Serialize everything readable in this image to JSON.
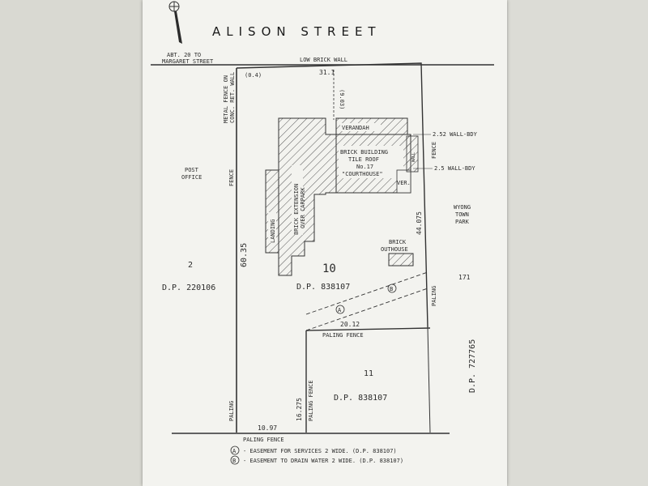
{
  "street_name": "ALISON STREET",
  "top_left_note": [
    "ABT. 20 TO",
    "MARGARET STREET"
  ],
  "north_arrow": "north-arrow-icon",
  "boundary_notes": {
    "top_wall": "LOW   BRICK   WALL",
    "top_offset": "(0.4)",
    "top_dim": "31.1",
    "verandah_setback": "(9.03)",
    "left_fence_top": [
      "METAL FENCE ON",
      "CONC. RET. WALL"
    ],
    "left_fence": "FENCE",
    "left_dim": "60.35",
    "left_paling": "PALING",
    "bottom_dim": "10.97",
    "bottom_fence": "PALING   FENCE",
    "inner_vertical_fence": "PALING   FENCE",
    "inner_vertical_dim": "16.275",
    "inner_horizontal_fence": "PALING        FENCE",
    "inner_horizontal_dim": "20.12",
    "right_fence_top": "FENCE",
    "right_dim": "44.075",
    "right_paling": "PALING",
    "wall_boy_1": "2.52 WALL-BDY",
    "wall_boy_2": "2.5 WALL-BDY"
  },
  "buildings": {
    "verandah": "VERANDAH",
    "main_building": [
      "BRICK BUILDING",
      "TILE ROOF",
      "No.17",
      "\"COURTHOUSE\""
    ],
    "verandah_small": "VER.",
    "extension": [
      "BRICK EXTENSION",
      "OVER CARPARK"
    ],
    "landing": "LANDING",
    "outhouse": [
      "BRICK",
      "OUTHOUSE"
    ],
    "small_right_labels": [
      "WALL",
      "BDY"
    ]
  },
  "lots": {
    "lot10_number": "10",
    "lot10_dp": "D.P.  838107",
    "lot11_number": "11",
    "lot11_dp": "D.P.  838107",
    "left_lot_number": "2",
    "left_lot_dp": "D.P. 220106",
    "post_office": [
      "POST",
      "OFFICE"
    ],
    "right_lot_number": "171",
    "right_lot_dp": "D.P.  727765",
    "park": [
      "WYONG",
      "TOWN",
      "PARK"
    ]
  },
  "easement_markers": [
    "A",
    "B"
  ],
  "legend": [
    {
      "marker": "A",
      "text": "- EASEMENT FOR SERVICES 2 WIDE. (D.P. 838107)"
    },
    {
      "marker": "B",
      "text": "- EASEMENT TO DRAIN WATER 2 WIDE. (D.P. 838107)"
    }
  ],
  "colors": {
    "paper": "#f3f3ef",
    "ink": "#2b2b2b",
    "background": "#dcdcd6"
  }
}
